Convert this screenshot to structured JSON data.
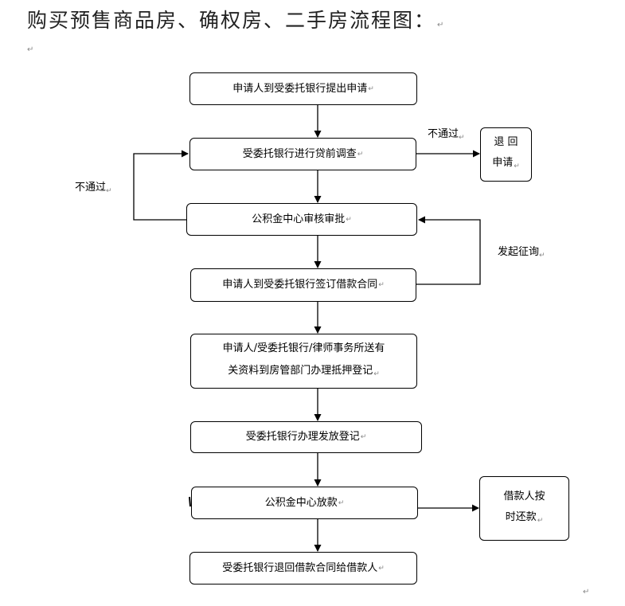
{
  "title": "购买预售商品房、确权房、二手房流程图：",
  "paragraph_mark": "↵",
  "nodes": {
    "step1": "申请人到受委托银行提出申请",
    "step2": "受委托银行进行贷前调查",
    "step3": "公积金中心审核审批",
    "step4": "申请人到受委托银行签订借款合同",
    "step5_line1": "申请人/受委托银行/律师事务所送有",
    "step5_line2": "关资料到房管部门办理抵押登记",
    "step6": "受委托银行办理发放登记",
    "step7": "公积金中心放款",
    "step8": "受委托银行退回借款合同给借款人",
    "return_line1": "退 回",
    "return_line2": "申请",
    "repay_line1": "借款人按",
    "repay_line2": "时还款"
  },
  "edge_labels": {
    "fail_right": "不通过",
    "fail_left": "不通过",
    "inquiry": "发起征询"
  }
}
